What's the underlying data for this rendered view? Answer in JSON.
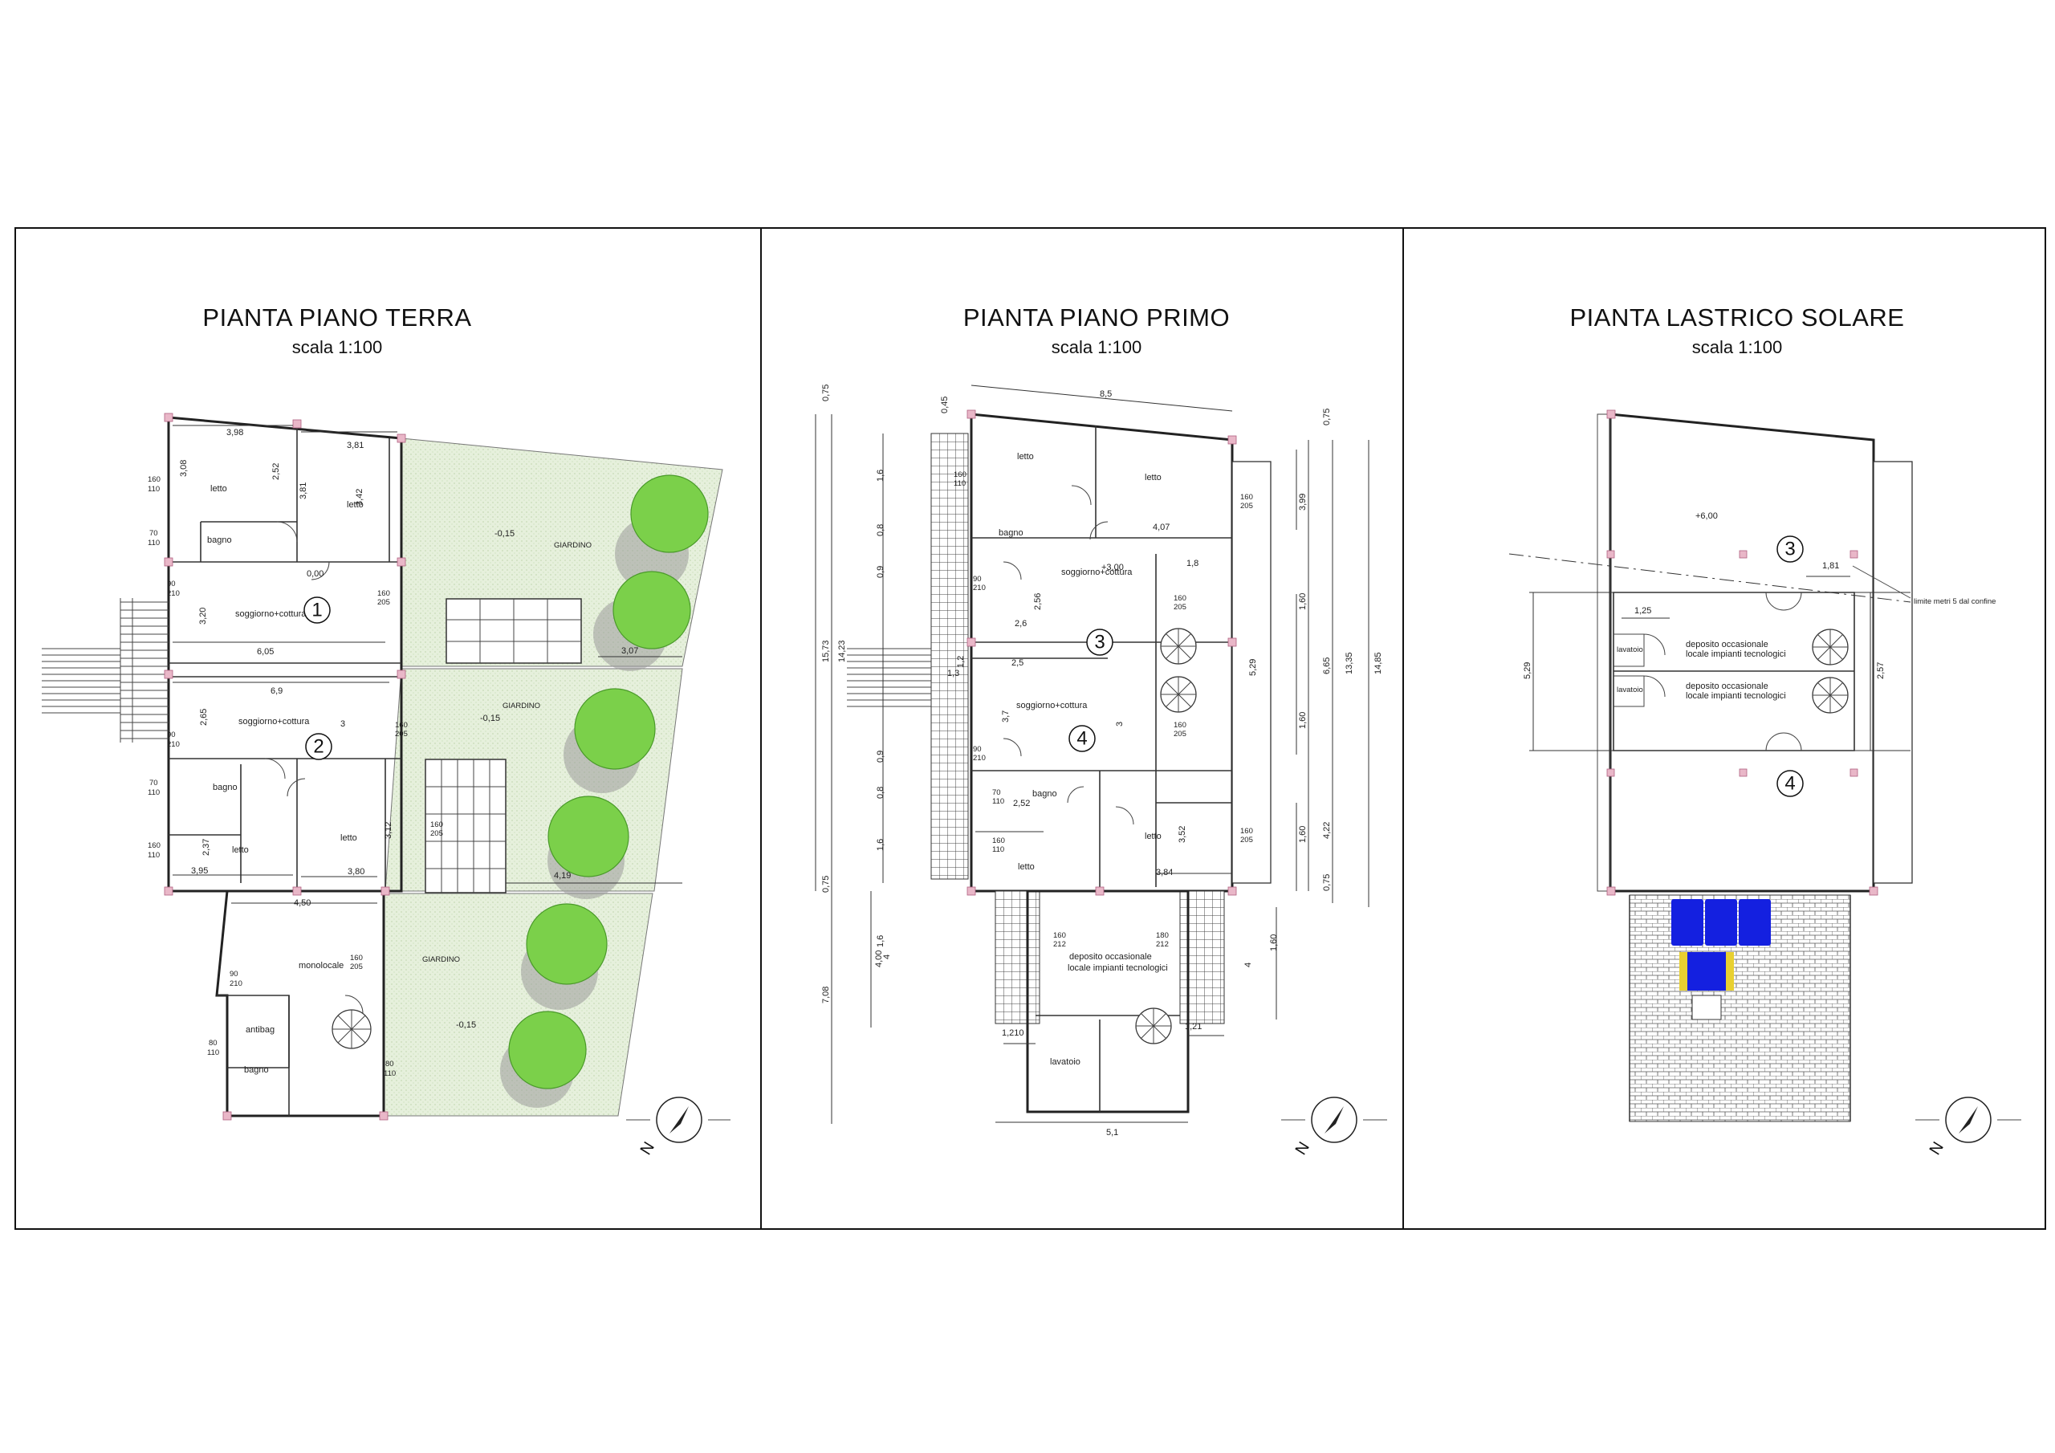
{
  "panels": [
    {
      "title": "PIANTA PIANO TERRA",
      "scale": "scala 1:100"
    },
    {
      "title": "PIANTA  PIANO PRIMO",
      "scale": "scala 1:100"
    },
    {
      "title": "PIANTA LASTRICO SOLARE",
      "scale": "scala 1:100"
    }
  ],
  "ground": {
    "rooms": {
      "letto": "letto",
      "bagno": "bagno",
      "soggiorno": "soggiorno+cottura",
      "monolocale": "monolocale",
      "antibagno": "antibag",
      "giardino": "GIARDINO"
    },
    "units": [
      "1",
      "2"
    ],
    "levels": {
      "inside": "0,00",
      "garden": "-0,15"
    },
    "dims": {
      "d398": "3,98",
      "d381": "3,81",
      "d605": "6,05",
      "d69": "6,9",
      "d395": "3,95",
      "d380": "3,80",
      "d450": "4,50",
      "d307": "3,07",
      "d419": "4,19",
      "d320": "3,20",
      "d265": "2,65",
      "d237": "2,37",
      "d252": "2,52",
      "d342": "3,42",
      "d312": "3,12",
      "d3": "3",
      "d308": "3,08",
      "w160": "160",
      "w110": "110",
      "w70": "70",
      "w90": "90",
      "w210": "210",
      "w205": "205",
      "w80": "80"
    }
  },
  "first": {
    "rooms": {
      "letto": "letto",
      "bagno": "bagno",
      "soggiorno": "soggiorno+cottura",
      "deposito1": "deposito occasionale",
      "deposito2": "locale impianti tecnologici",
      "lavatoio": "lavatoio"
    },
    "units": [
      "3",
      "4"
    ],
    "level": "+3,00",
    "dims": {
      "d85": "8,5",
      "d407": "4,07",
      "d26": "2,6",
      "d256": "2,56",
      "d25": "2,5",
      "d37": "3,7",
      "d252": "2,52",
      "d384": "3,84",
      "d352": "3,52",
      "d51": "5,1",
      "d1210": "1,210",
      "d121": "1,21",
      "d18": "1,8",
      "d3": "3",
      "d4": "4",
      "d075": "0,75",
      "d045": "0,45",
      "d16": "1,6",
      "d08": "0,8",
      "d09": "0,9",
      "d1573": "15,73",
      "d1423": "14,23",
      "d708": "7,08",
      "d400": "4,00",
      "d399": "3,99",
      "d160": "1,60",
      "d665": "6,65",
      "d1335": "13,35",
      "d1485": "14,85",
      "d422": "4,22",
      "d529": "5,29",
      "d13": "1,3",
      "d12": "1,2",
      "w160": "160",
      "w110": "110",
      "w205": "205",
      "w90": "90",
      "w210": "210",
      "w212": "212",
      "w180": "180",
      "w70": "70"
    }
  },
  "roof": {
    "units": [
      "3",
      "4"
    ],
    "level": "+6,00",
    "note": "limite metri 5 dal confine",
    "deposito1": "deposito occasionale",
    "deposito2": "locale impianti tecnologici",
    "lavatoio": "lavatoio",
    "dims": {
      "d181": "1,81",
      "d125": "1,25",
      "d257": "2,57",
      "d529": "5,29"
    }
  },
  "compass_letter": "N",
  "colors": {
    "garden": "#e4efd9",
    "tree": "#7bd04a",
    "column": "#e9b7c8",
    "solar": "#1420e0"
  }
}
